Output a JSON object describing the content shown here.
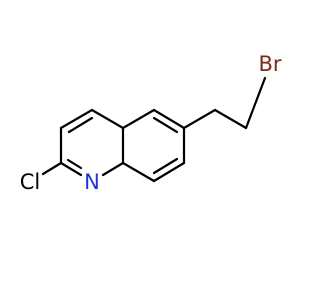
{
  "molecule": {
    "atoms": {
      "bromine": {
        "label": "Br",
        "color": "#7a2a1a"
      },
      "chlorine": {
        "label": "Cl",
        "color": "#000000"
      },
      "nitrogen": {
        "label": "N",
        "color": "#1f35d1"
      }
    },
    "bond_color": "#000000"
  }
}
